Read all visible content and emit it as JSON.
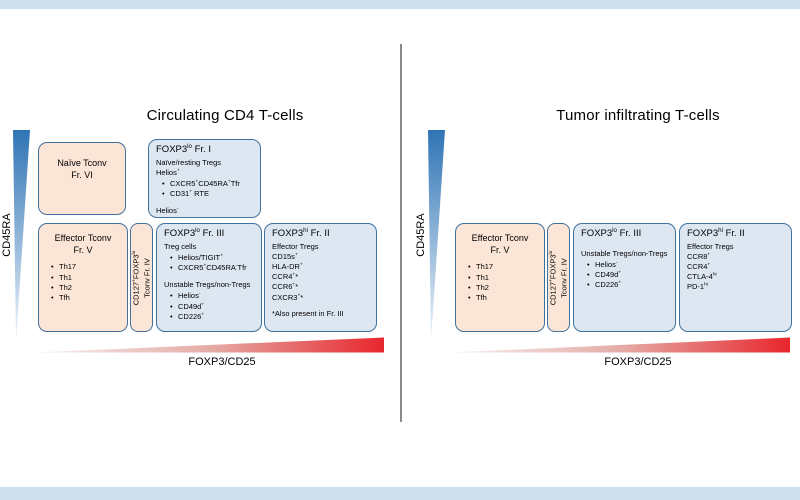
{
  "colors": {
    "border_strip": "#cfe0ec",
    "divider": "#8a8a8a",
    "tconv_box_fill": "#fbe5d6",
    "treg_box_fill": "#dde7f2",
    "box_border": "#41719c",
    "cd45ra_gradient_start": "#2f74b5",
    "cd45ra_gradient_end": "#eef4fa",
    "foxp3_gradient_start": "#f6f0ef",
    "foxp3_gradient_end": "#e8262d"
  },
  "left_panel": {
    "title": "Circulating CD4 T-cells",
    "y_axis_label": "CD45RA",
    "x_axis_label": "FOXP3/CD25",
    "naive_tconv": {
      "title": "Naïve Tconv",
      "fraction": "Fr. VI"
    },
    "fr1": {
      "title": "FOXP3^{lo} Fr. I",
      "subtitle": "Naïve/resting Tregs",
      "helios_pos": "Helios^{+}",
      "bullets": [
        "CXCR5^{+}CD45RA^{+}Tfr",
        "CD31^{+} RTE"
      ],
      "helios_neg": "Helios^{-}"
    },
    "effector_tconv": {
      "title": "Effector Tconv",
      "fraction": "Fr. V",
      "bullets": [
        "Th17",
        "Th1",
        "Th2",
        "Tfh"
      ]
    },
    "fr4": {
      "line1": "CD127^{+}FOXP3^{lo}",
      "line2": "Tconv Fr. IV"
    },
    "fr3": {
      "title": "FOXP3^{lo} Fr. III",
      "group1_label": "Treg cells",
      "group1_bullets": [
        "Helios/TIGIT^{+}",
        "CXCR5^{+}CD45RA^{-}Tfr"
      ],
      "group2_label": "Unstable Tregs/non-Tregs",
      "group2_bullets": [
        "Helios^{-}",
        "CD49d^{+}",
        "CD226^{+}"
      ]
    },
    "fr2": {
      "title": "FOXP3^{hi} Fr. II",
      "subtitle": "Effector Tregs",
      "markers": [
        "CD15s^{+}",
        "HLA-DR^{+}",
        "CCR4^{+}*",
        "CCR6^{+}*",
        "CXCR3^{+}*"
      ],
      "footnote": "*Also present in Fr. III"
    }
  },
  "right_panel": {
    "title": "Tumor infiltrating T-cells",
    "y_axis_label": "CD45RA",
    "x_axis_label": "FOXP3/CD25",
    "effector_tconv": {
      "title": "Effector Tconv",
      "fraction": "Fr. V",
      "bullets": [
        "Th17",
        "Th1",
        "Th2",
        "Tfh"
      ]
    },
    "fr4": {
      "line1": "CD127^{+}FOXP3^{lo}",
      "line2": "Tconv Fr. IV"
    },
    "fr3": {
      "title": "FOXP3^{lo} Fr. III",
      "group_label": "Unstable Tregs/non-Tregs",
      "bullets": [
        "Helios^{-}",
        "CD49d^{+}",
        "CD226^{+}"
      ]
    },
    "fr2": {
      "title": "FOXP3^{hi} Fr. II",
      "subtitle": "Effector Tregs",
      "markers": [
        "CCR8^{+}",
        "CCR4^{+}",
        "CTLA-4^{hi}",
        "PD-1^{hi}"
      ]
    }
  }
}
